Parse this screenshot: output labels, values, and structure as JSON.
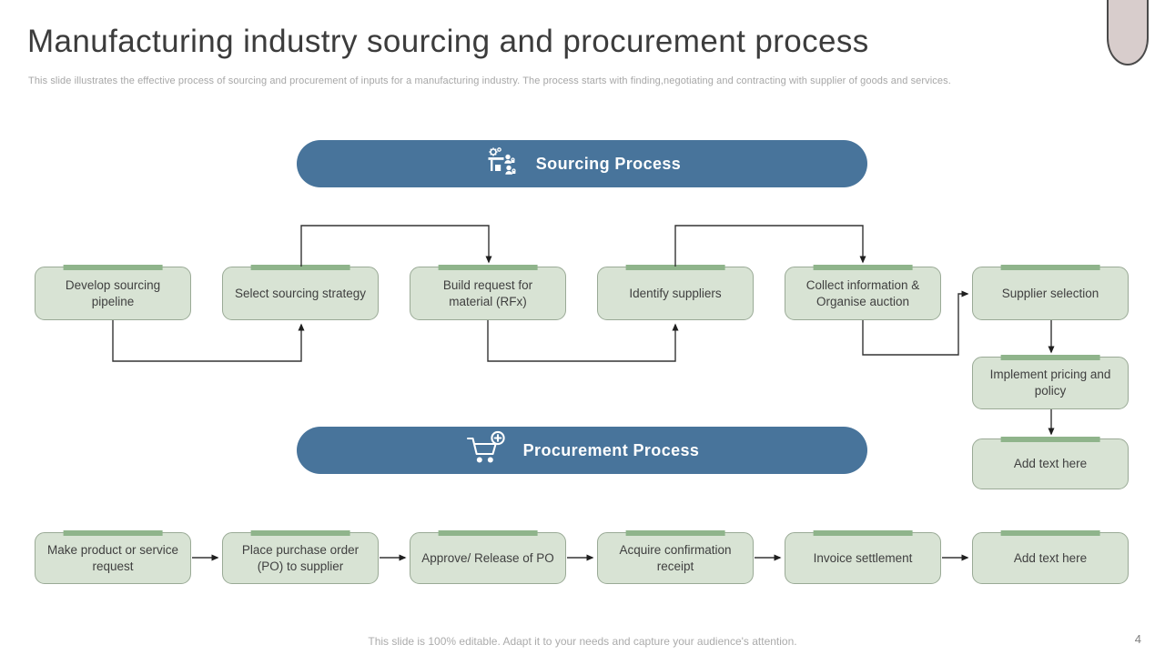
{
  "slide": {
    "title": "Manufacturing industry sourcing and procurement process",
    "subtitle": "This slide illustrates the effective process of sourcing and procurement of inputs for a manufacturing industry. The process starts with finding,negotiating and contracting with supplier of goods and services.",
    "footer": "This slide is 100% editable. Adapt it to your needs and capture your audience's attention.",
    "page_number": "4"
  },
  "sections": {
    "sourcing": {
      "title": "Sourcing Process",
      "icon": "sourcing-market-gear-icon",
      "steps": [
        "Develop sourcing pipeline",
        "Select sourcing strategy",
        "Build request for material (RFx)",
        "Identify  suppliers",
        "Collect information & Organise auction",
        "Supplier selection",
        "Implement  pricing and policy",
        "Add text here"
      ]
    },
    "procurement": {
      "title": "Procurement Process",
      "icon": "cart-plus-icon",
      "steps": [
        "Make product or service request",
        "Place purchase order (PO) to supplier",
        "Approve/ Release of PO",
        "Acquire confirmation receipt",
        "Invoice settlement",
        "Add text here"
      ]
    }
  },
  "colors": {
    "accent_blue": "#48749b",
    "node_fill": "#d8e3d4",
    "node_border": "#9aaa96",
    "node_tab": "#8fb48b",
    "connector": "#333333",
    "decoration_fill": "#d8cdcc",
    "title_text": "#3c3c3c",
    "muted_text": "#a7a7a7"
  }
}
